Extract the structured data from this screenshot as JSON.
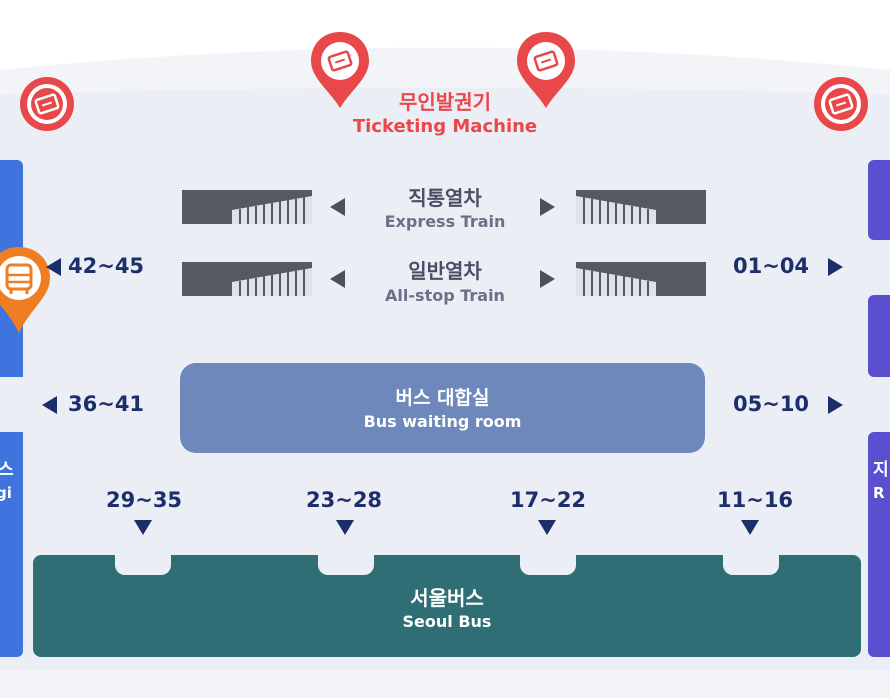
{
  "ticketing_machine": {
    "label_ko": "무인발권기",
    "label_en": "Ticketing Machine"
  },
  "trains": {
    "express": {
      "label_ko": "직통열차",
      "label_en": "Express Train"
    },
    "allstop": {
      "label_ko": "일반열차",
      "label_en": "All-stop Train"
    }
  },
  "gates": {
    "left_upper": "42~45",
    "left_lower": "36~41",
    "right_upper": "01~04",
    "right_lower": "05~10",
    "bottom": [
      "29~35",
      "23~28",
      "17~22",
      "11~16"
    ]
  },
  "waiting_room": {
    "label_ko": "버스 대합실",
    "label_en": "Bus waiting room"
  },
  "seoul_bus": {
    "label_ko": "서울버스",
    "label_en": "Seoul Bus"
  },
  "edges": {
    "left_ko": "스",
    "left_en": "gi",
    "right_ko": "지",
    "right_en": "R"
  },
  "colors": {
    "ticketing": "#e8484a",
    "bus_pin": "#f07d22",
    "left_block": "#3f74de",
    "right_block": "#5a4fcf",
    "waiting_room": "#6e88bb",
    "seoul_bus": "#2e6e74",
    "gate_text": "#1d2f6b",
    "floor": "#eceef6"
  },
  "icons": {
    "ticketing": "ticket-machine-icon",
    "bus_stop": "bus-icon"
  }
}
